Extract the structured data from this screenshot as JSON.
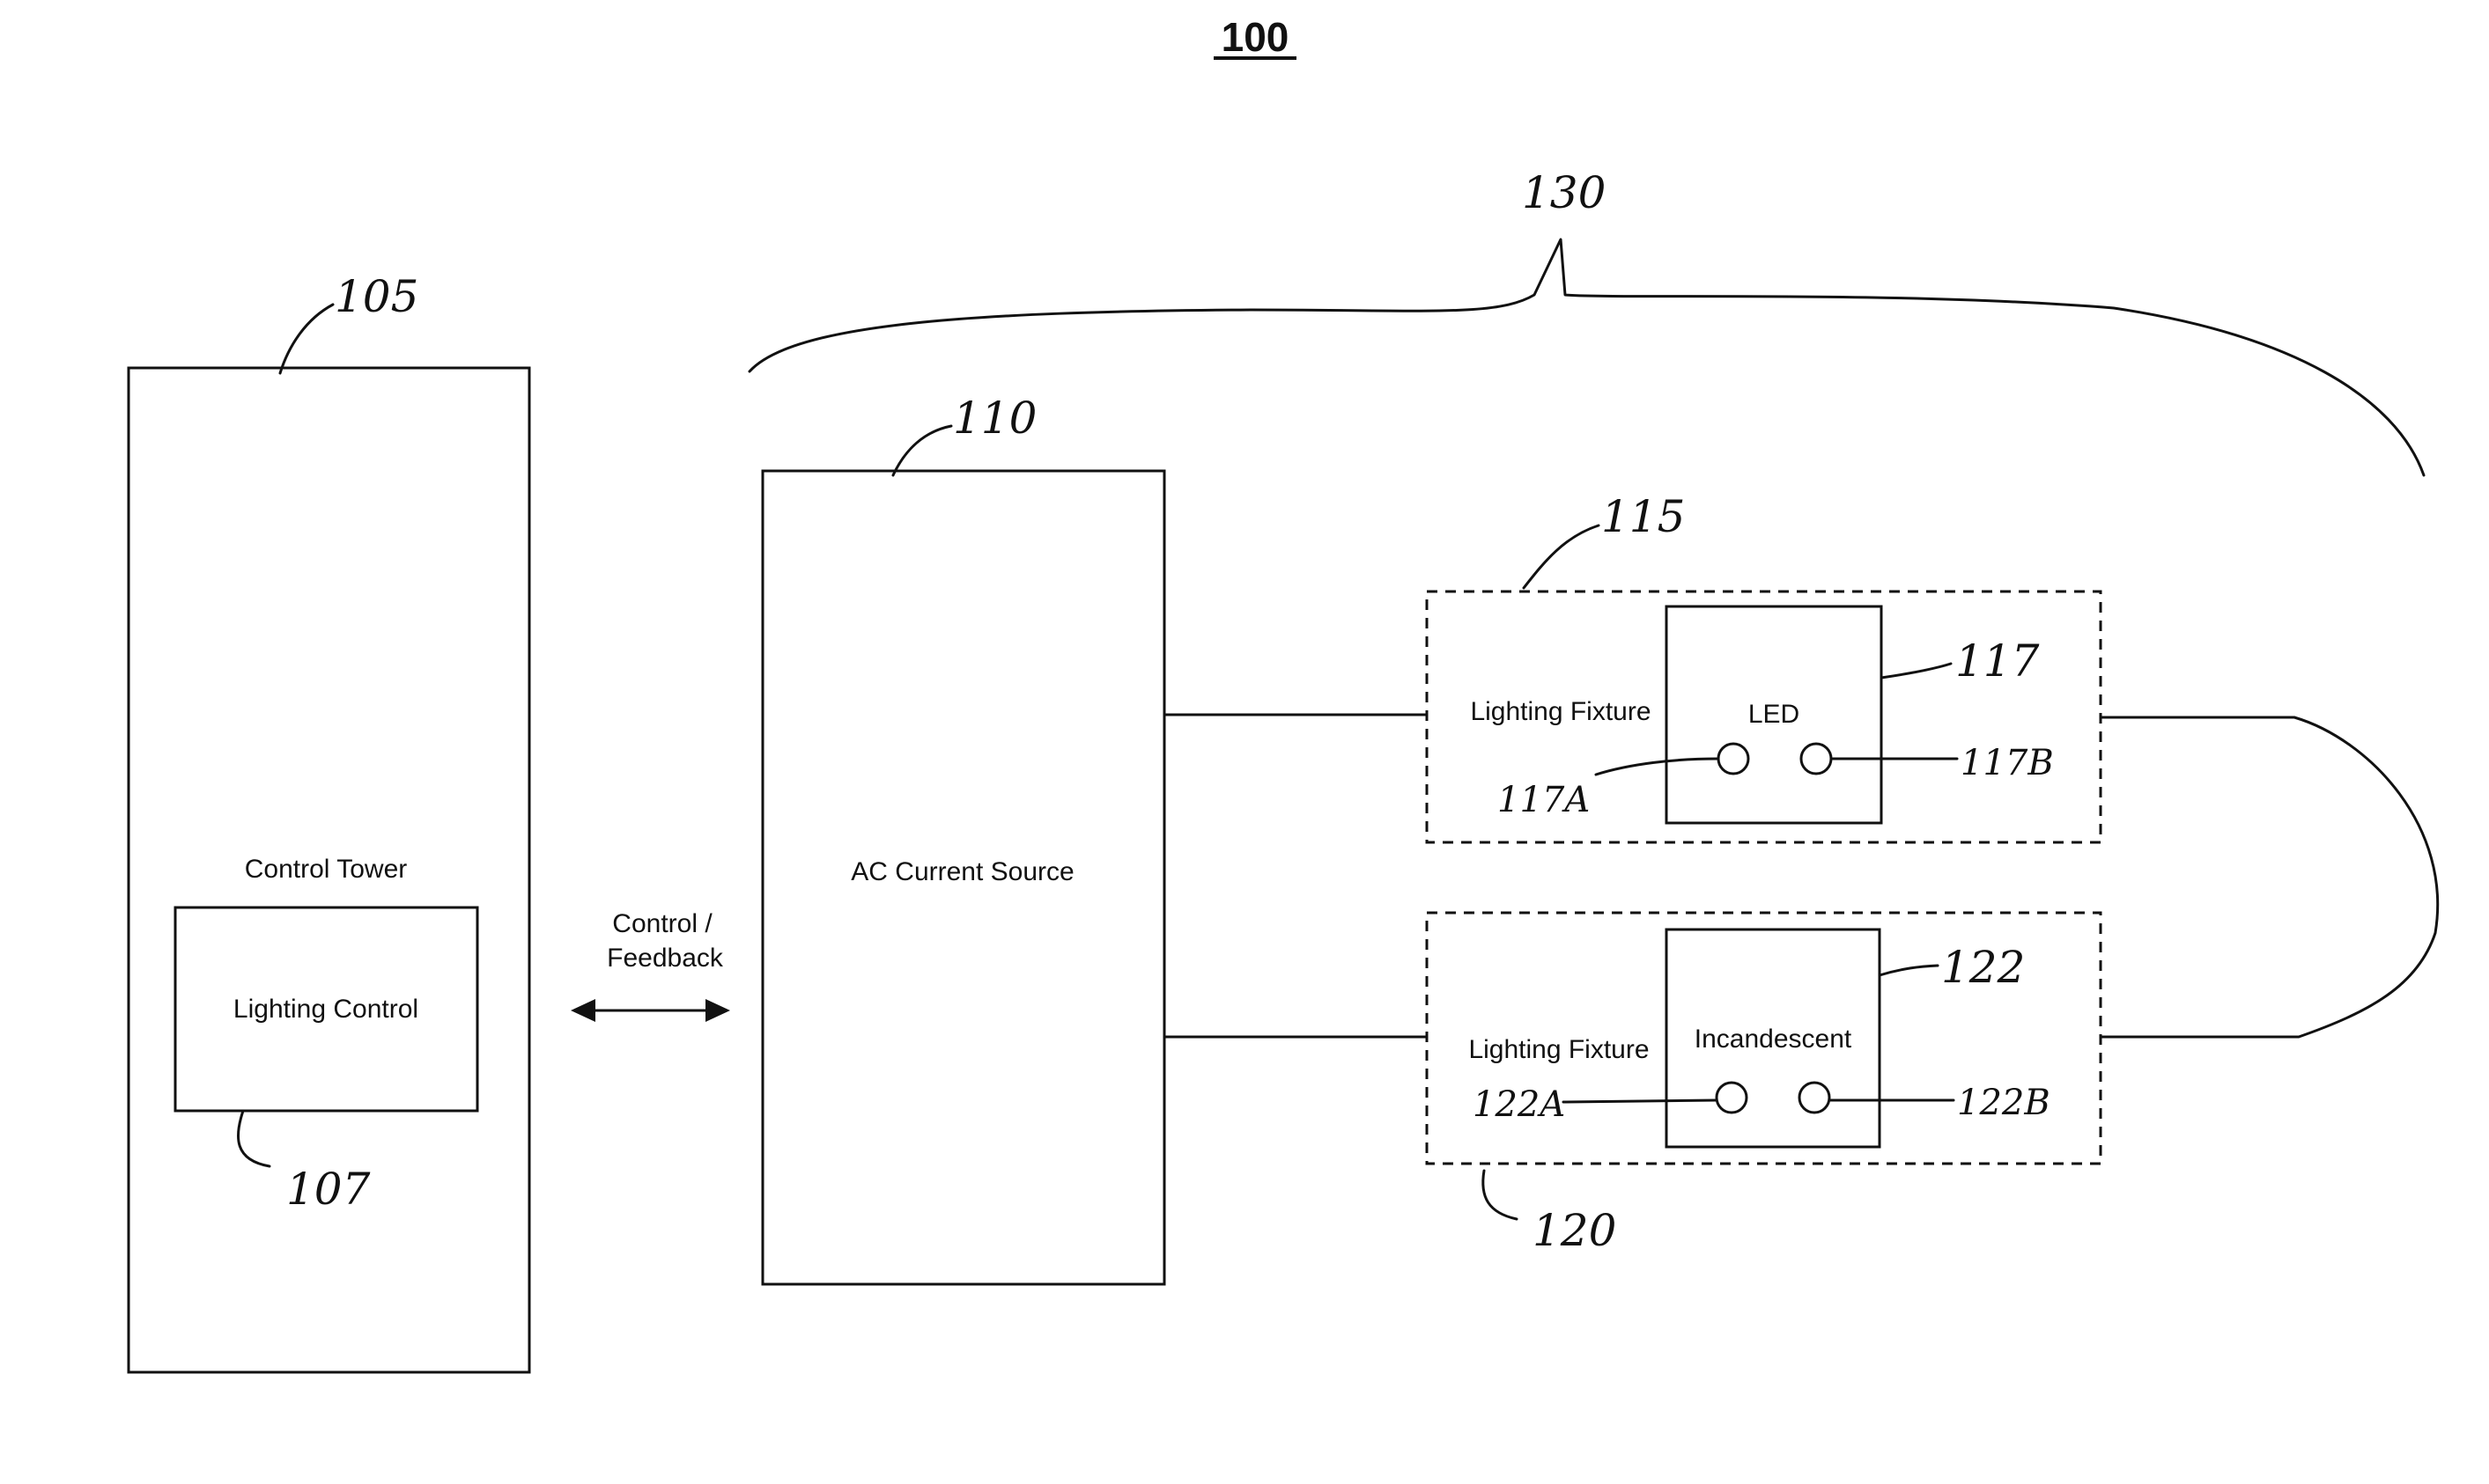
{
  "figure": {
    "number": "100"
  },
  "control_tower": {
    "label": "Control Tower",
    "ref": "105",
    "lighting_control": {
      "label": "Lighting Control",
      "ref": "107"
    }
  },
  "link": {
    "label_line1": "Control /",
    "label_line2": "Feedback"
  },
  "ac_source": {
    "label": "AC Current Source",
    "ref": "110"
  },
  "group": {
    "ref": "130"
  },
  "fixture_top": {
    "label": "Lighting Fixture",
    "ref": "115",
    "lamp": {
      "label": "LED",
      "ref": "117",
      "terminal_a": "117A",
      "terminal_b": "117B"
    }
  },
  "fixture_bottom": {
    "label": "Lighting Fixture",
    "ref": "120",
    "lamp": {
      "label": "Incandescent",
      "ref": "122",
      "terminal_a": "122A",
      "terminal_b": "122B"
    }
  }
}
